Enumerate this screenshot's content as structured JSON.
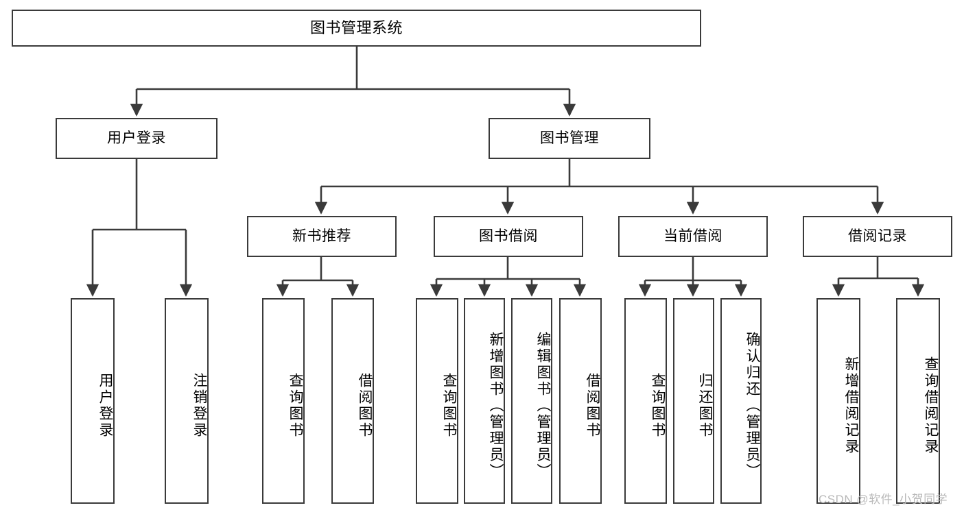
{
  "diagram": {
    "title": "图书管理系统",
    "type": "tree-hierarchy",
    "levels": 4,
    "colors": {
      "box_border": "#3a3a3a",
      "box_fill": "#ffffff",
      "connector": "#3a3a3a",
      "text": "#000000",
      "watermark": "#b9b9b9",
      "background": "#ffffff"
    }
  },
  "nodes": {
    "root": {
      "label": "图书管理系统"
    },
    "level2": [
      {
        "id": "user-login",
        "label": "用户登录"
      },
      {
        "id": "book-manage",
        "label": "图书管理"
      }
    ],
    "level3": [
      {
        "id": "new-book-recommend",
        "label": "新书推荐"
      },
      {
        "id": "book-borrow",
        "label": "图书借阅"
      },
      {
        "id": "current-borrow",
        "label": "当前借阅"
      },
      {
        "id": "borrow-record",
        "label": "借阅记录"
      }
    ],
    "leaves": {
      "user-login": [
        {
          "id": "leaf-user-login",
          "label": "用户登录"
        },
        {
          "id": "leaf-user-logout",
          "label": "注销登录"
        }
      ],
      "new-book-recommend": [
        {
          "id": "leaf-query-book-1",
          "label": "查询图书"
        },
        {
          "id": "leaf-borrow-book-1",
          "label": "借阅图书"
        }
      ],
      "book-borrow": [
        {
          "id": "leaf-query-book-2",
          "label": "查询图书"
        },
        {
          "id": "leaf-add-book",
          "label": "新增图书（管理员）"
        },
        {
          "id": "leaf-edit-book",
          "label": "编辑图书（管理员）"
        },
        {
          "id": "leaf-borrow-book-2",
          "label": "借阅图书"
        }
      ],
      "current-borrow": [
        {
          "id": "leaf-query-book-3",
          "label": "查询图书"
        },
        {
          "id": "leaf-return-book",
          "label": "归还图书"
        },
        {
          "id": "leaf-confirm-return",
          "label": "确认归还（管理员）"
        }
      ],
      "borrow-record": [
        {
          "id": "leaf-add-record",
          "label": "新增借阅记录"
        },
        {
          "id": "leaf-query-record",
          "label": "查询借阅记录"
        }
      ]
    }
  },
  "watermark": {
    "text": "CSDN @软件_小贺同学"
  }
}
